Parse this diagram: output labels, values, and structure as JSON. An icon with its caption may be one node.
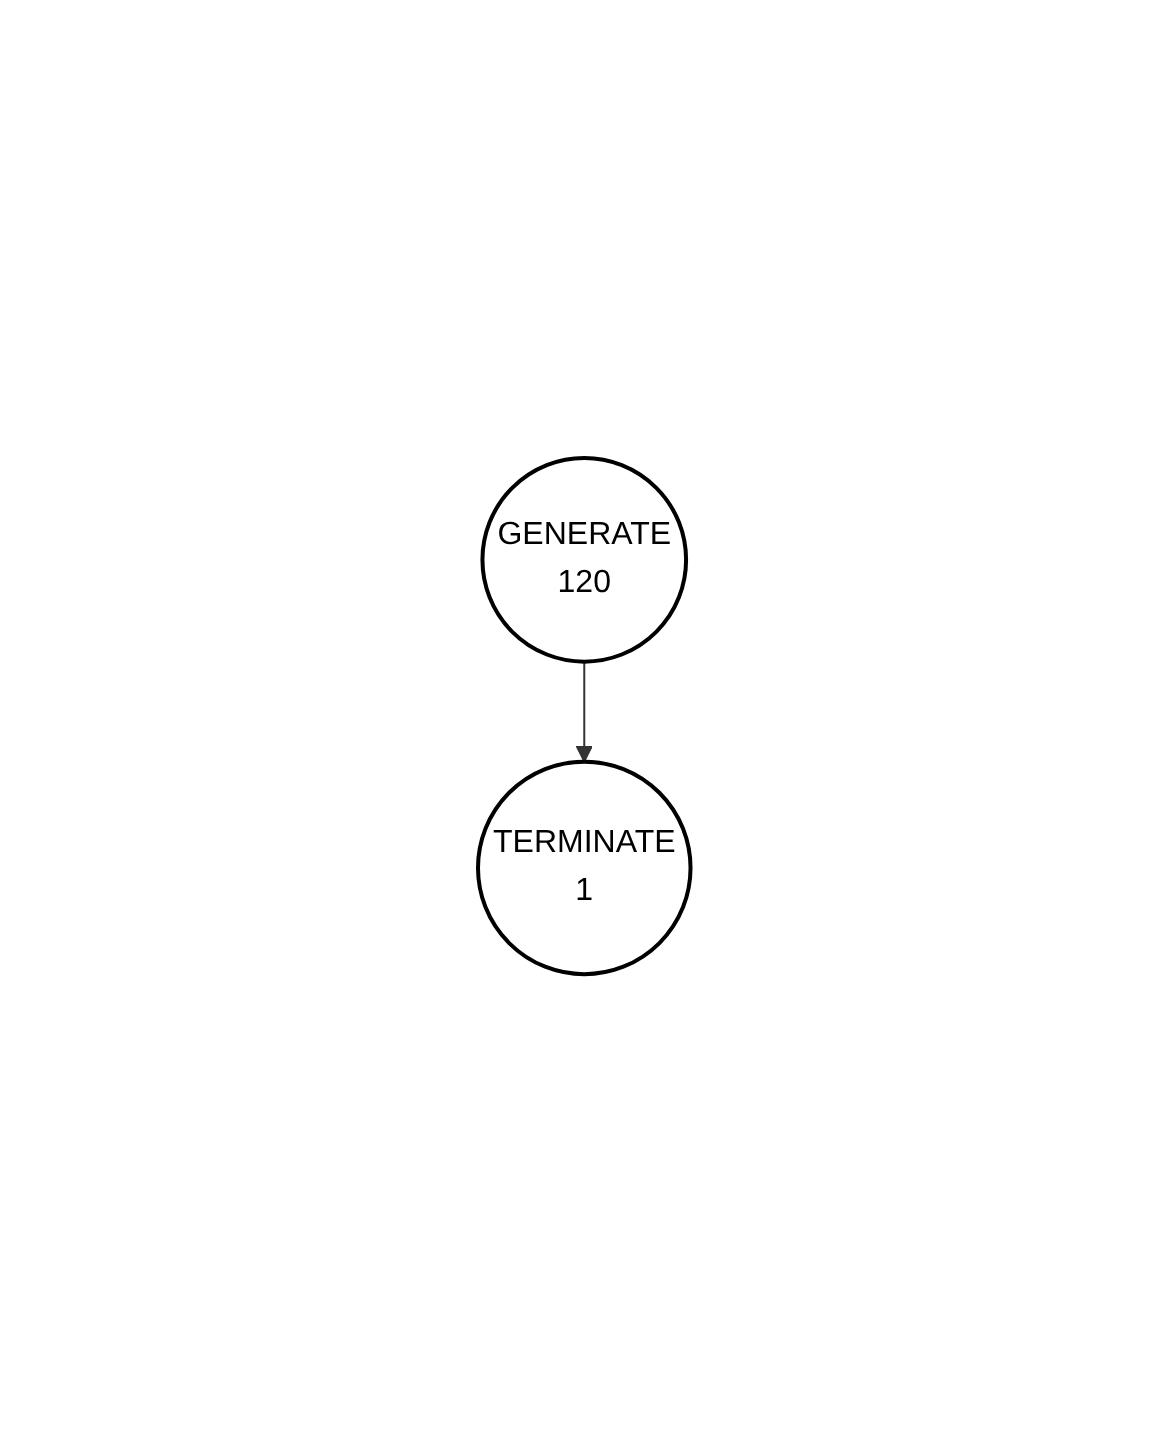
{
  "diagram": {
    "nodes": [
      {
        "text": [
          "GENERATE",
          "120"
        ]
      },
      {
        "text": [
          "TERMINATE",
          "1"
        ]
      }
    ],
    "edges": [
      {
        "from": 0,
        "to": 1,
        "arrow": "to"
      }
    ]
  }
}
